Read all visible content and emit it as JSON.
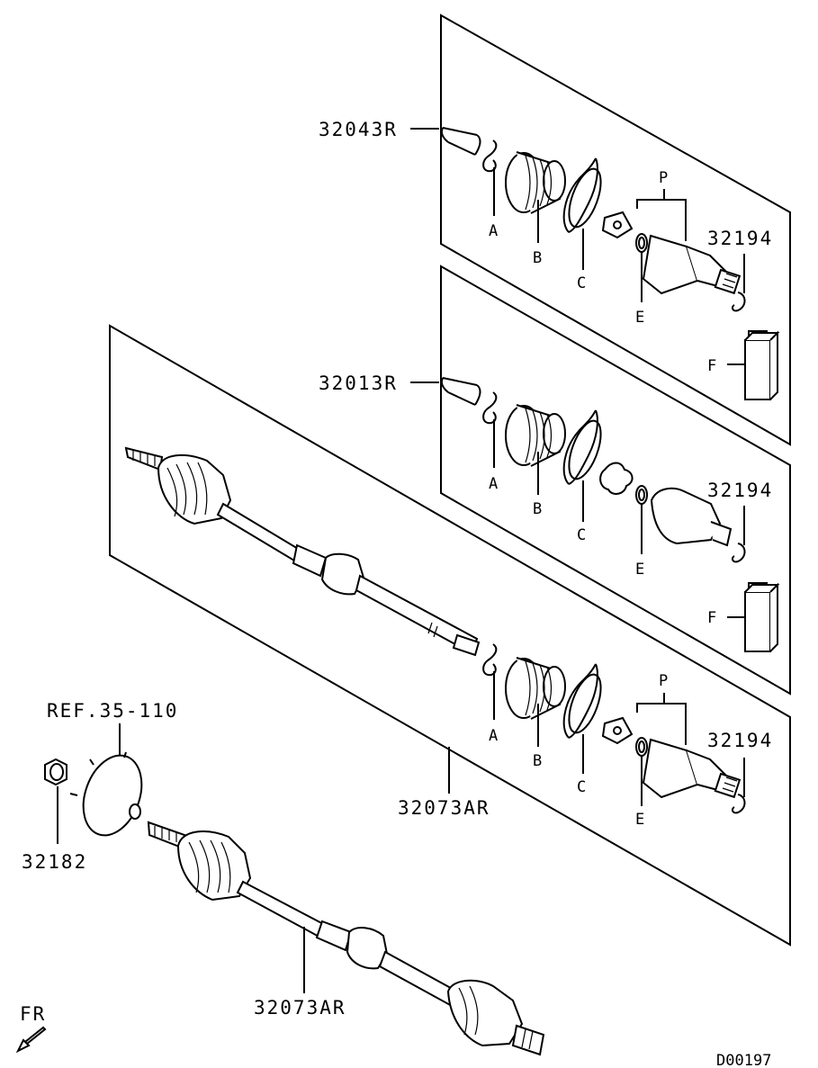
{
  "labels": {
    "kit_32043R": "32043R",
    "kit_32013R": "32013R",
    "shaft_top": "32073AR",
    "shaft_bottom": "32073AR",
    "clip_1": "32194",
    "clip_2": "32194",
    "clip_3": "32194",
    "nut": "32182",
    "ref": "REF.35-110",
    "fr": "FR",
    "diagram_id": "D00197"
  },
  "callouts": {
    "A": "A",
    "B": "B",
    "C": "C",
    "E": "E",
    "F": "F",
    "P": "P"
  }
}
